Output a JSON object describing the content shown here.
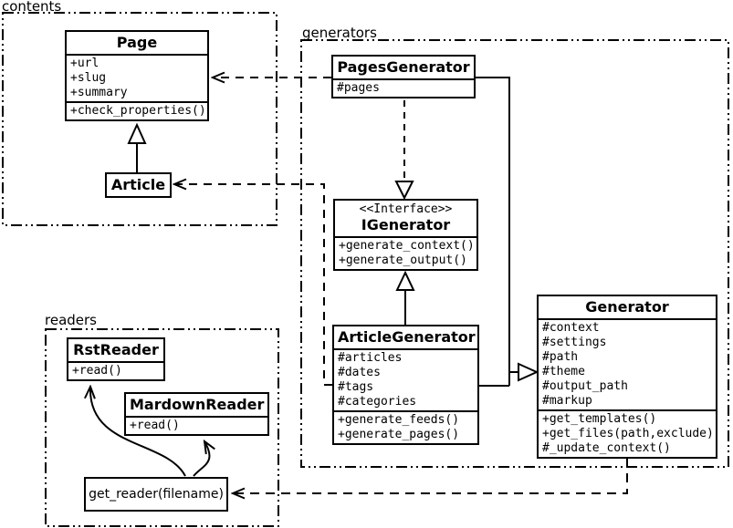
{
  "diagram": {
    "packages": {
      "contents": "contents",
      "generators": "generators",
      "readers": "readers"
    },
    "classes": {
      "page": {
        "title": "Page",
        "attributes": [
          "+url",
          "+slug",
          "+summary"
        ],
        "methods": [
          "+check_properties()"
        ]
      },
      "article": {
        "title": "Article"
      },
      "pages_generator": {
        "title": "PagesGenerator",
        "attributes": [
          "#pages"
        ]
      },
      "igenerator": {
        "stereotype": "<<Interface>>",
        "title": "IGenerator",
        "methods": [
          "+generate_context()",
          "+generate_output()"
        ]
      },
      "article_generator": {
        "title": "ArticleGenerator",
        "attributes": [
          "#articles",
          "#dates",
          "#tags",
          "#categories"
        ],
        "methods": [
          "+generate_feeds()",
          "+generate_pages()"
        ]
      },
      "generator": {
        "title": "Generator",
        "attributes": [
          "#context",
          "#settings",
          "#path",
          "#theme",
          "#output_path",
          "#markup"
        ],
        "methods": [
          "+get_templates()",
          "+get_files(path,exclude)",
          "#_update_context()"
        ]
      },
      "rst_reader": {
        "title": "RstReader",
        "methods": [
          "+read()"
        ]
      },
      "mardown_reader": {
        "title": "MardownReader",
        "methods": [
          "+read()"
        ]
      },
      "get_reader": {
        "title": "get_reader(filename)"
      }
    },
    "colors": {
      "line": "#000000",
      "background": "#ffffff"
    }
  }
}
